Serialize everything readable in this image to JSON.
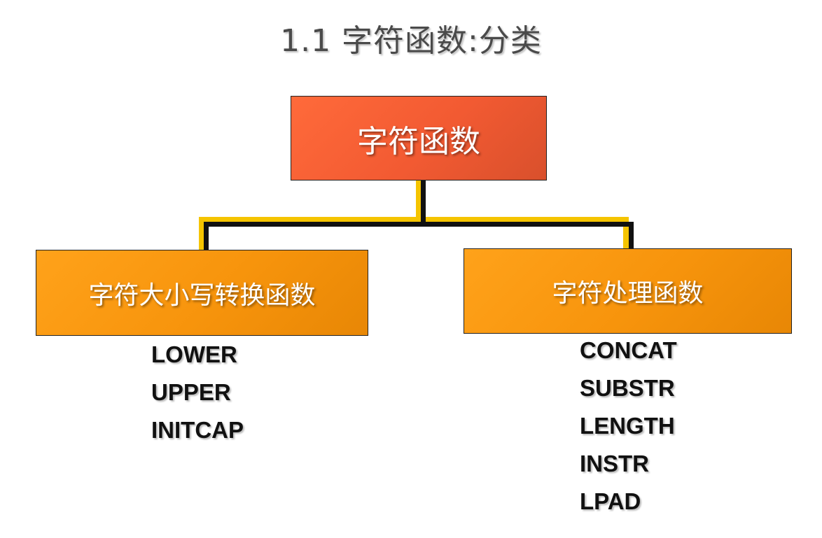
{
  "title": "1.1 字符函数:分类",
  "tree": {
    "root": {
      "label": "字符函数"
    },
    "children": [
      {
        "label": "字符大小写转换函数",
        "functions": [
          "LOWER",
          "UPPER",
          "INITCAP"
        ]
      },
      {
        "label": "字符处理函数",
        "functions": [
          "CONCAT",
          "SUBSTR",
          "LENGTH",
          "INSTR",
          "LPAD"
        ]
      }
    ]
  },
  "colors": {
    "root_fill": "#f25a32",
    "child_fill": "#f7940c",
    "connector_yellow": "#f5c400",
    "connector_black": "#111111",
    "title_text": "#4a4a4a"
  }
}
